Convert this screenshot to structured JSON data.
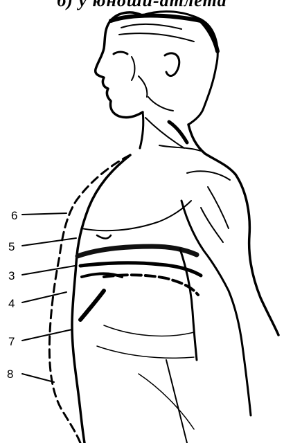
{
  "caption": "б) у юноши-атлета",
  "labels": [
    "6",
    "5",
    "3",
    "4",
    "7",
    "8"
  ]
}
